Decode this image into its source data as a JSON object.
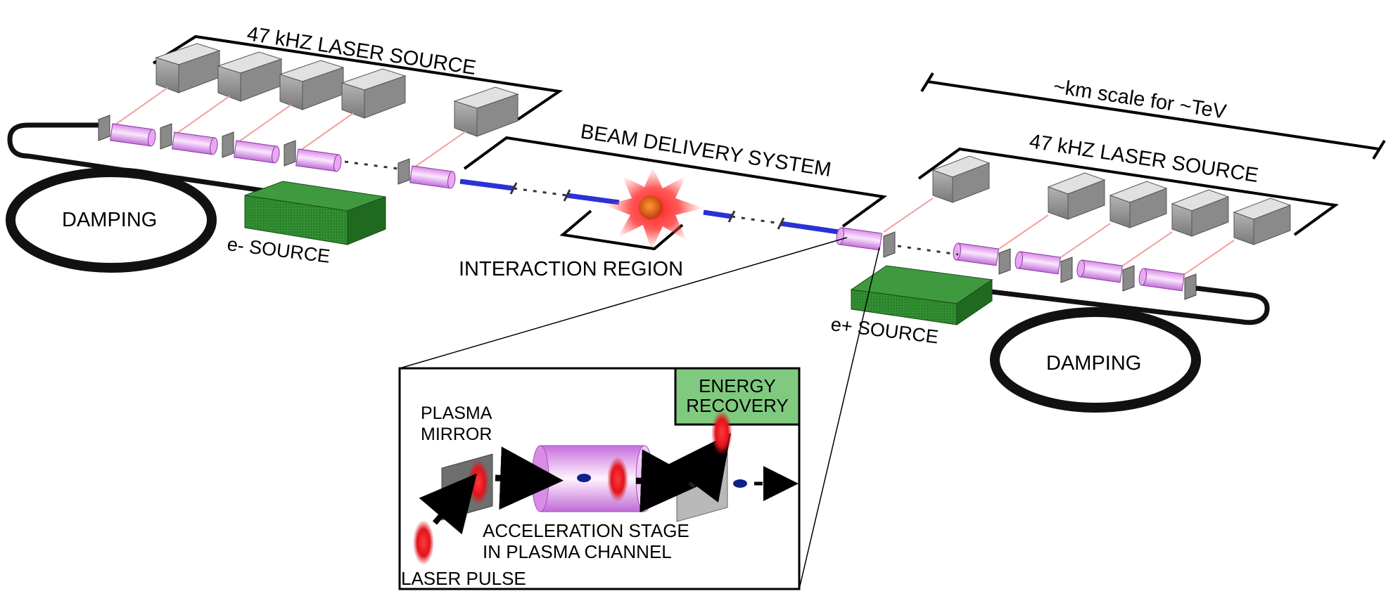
{
  "labels": {
    "laser_source_left": "47 kHZ LASER SOURCE",
    "laser_source_right": "47 kHZ LASER SOURCE",
    "scale_note": "~km scale for ~TeV",
    "beam_delivery": "BEAM DELIVERY SYSTEM",
    "interaction_region": "INTERACTION REGION",
    "damping_left": "DAMPING",
    "damping_right": "DAMPING",
    "e_minus_source": "e- SOURCE",
    "e_plus_source": "e+ SOURCE"
  },
  "inset": {
    "plasma_mirror_line1": "PLASMA",
    "plasma_mirror_line2": "MIRROR",
    "energy_recovery_line1": "ENERGY",
    "energy_recovery_line2": "RECOVERY",
    "acceleration_line1": "ACCELERATION STAGE",
    "acceleration_line2": "IN PLASMA CHANNEL",
    "laser_pulse": "LASER PULSE"
  },
  "colors": {
    "laser_box": "#9a9a9a",
    "accel_stage": "#e6a6ef",
    "source_block": "#2f8a2f",
    "beam_line": "#2a32d6",
    "energy_recovery_fill": "#7fca7f",
    "pulse_red": "#e0141c"
  }
}
